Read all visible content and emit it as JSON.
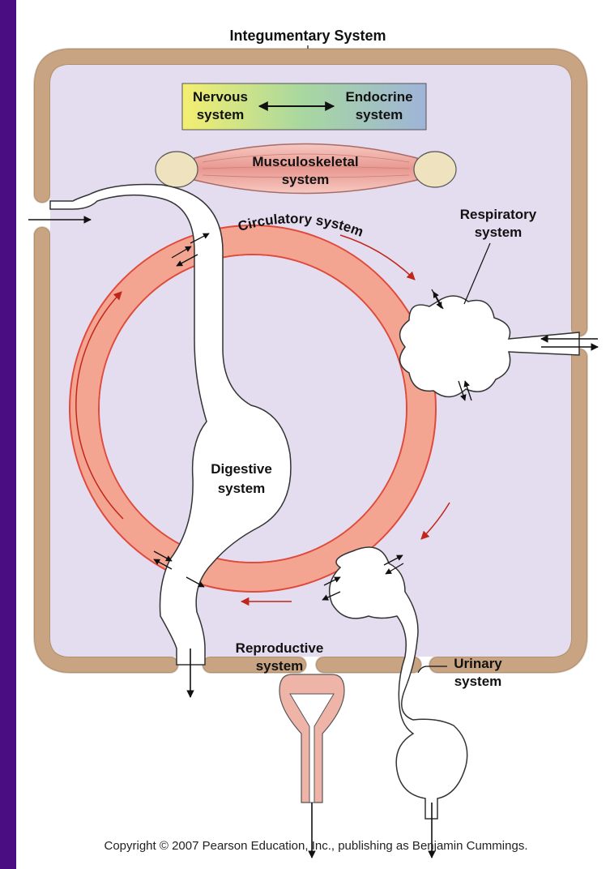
{
  "title": "Integumentary System",
  "labels": {
    "nervous_1": "Nervous",
    "nervous_2": "system",
    "endocrine_1": "Endocrine",
    "endocrine_2": "system",
    "musculo_1": "Musculoskeletal",
    "musculo_2": "system",
    "circulatory": "Circulatory system",
    "respiratory_1": "Respiratory",
    "respiratory_2": "system",
    "digestive_1": "Digestive",
    "digestive_2": "system",
    "reproductive_1": "Reproductive",
    "reproductive_2": "system",
    "urinary_1": "Urinary",
    "urinary_2": "system"
  },
  "copyright": "Copyright © 2007 Pearson Education, Inc., publishing as Benjamin Cummings.",
  "colors": {
    "frame_bg": "#4a0d82",
    "body_fill": "#e4dcef",
    "skin": "#c8a482",
    "circulatory": "#f4a592",
    "circulatory_edge": "#e04a3a",
    "muscle": "#eeb0a8",
    "bone": "#efe2bf",
    "organ": "#ffffff"
  }
}
